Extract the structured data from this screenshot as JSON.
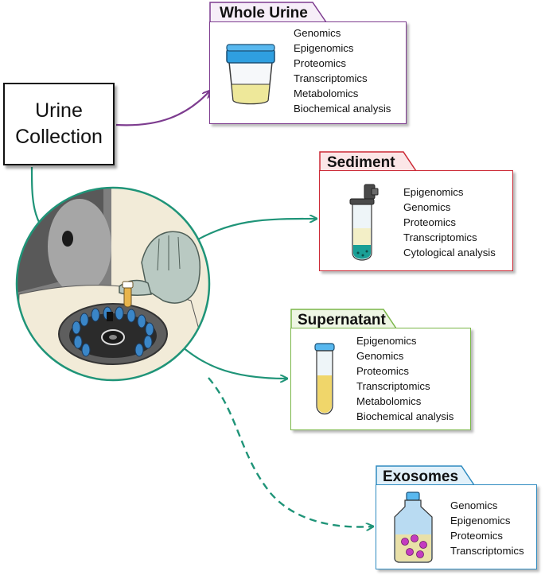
{
  "source": {
    "line1": "Urine",
    "line2": "Collection"
  },
  "colors": {
    "whole_urine": "#7d3c8f",
    "sediment": "#cc2a36",
    "supernatant": "#7ab648",
    "exosomes": "#2f8bc0",
    "arrow_teal": "#1f9478"
  },
  "whole_urine": {
    "title": "Whole Urine",
    "items": [
      "Genomics",
      "Epigenomics",
      "Proteomics",
      "Transcriptomics",
      "Metabolomics",
      "Biochemical analysis"
    ]
  },
  "sediment": {
    "title": "Sediment",
    "items": [
      "Epigenomics",
      "Genomics",
      "Proteomics",
      "Transcriptomics",
      "Cytological analysis"
    ]
  },
  "supernatant": {
    "title": "Supernatant",
    "items": [
      "Epigenomics",
      "Genomics",
      "Proteomics",
      "Transcriptomics",
      "Metabolomics",
      "Biochemical analysis"
    ]
  },
  "exosomes": {
    "title": "Exosomes",
    "items": [
      "Genomics",
      "Epigenomics",
      "Proteomics",
      "Transcriptomics"
    ]
  }
}
